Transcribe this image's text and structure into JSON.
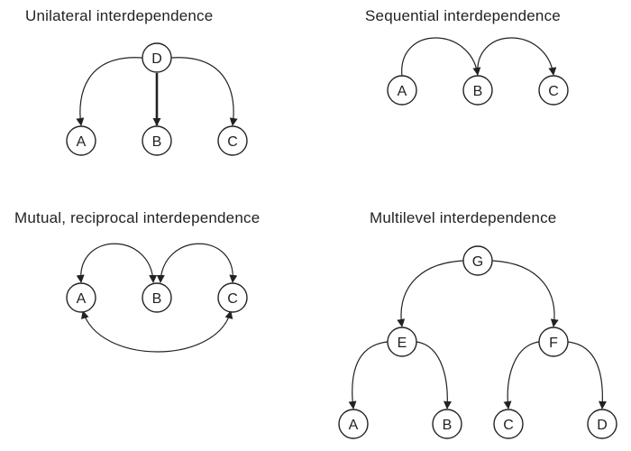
{
  "panels": {
    "unilateral": {
      "title": "Unilateral interdependence",
      "nodes": {
        "d": "D",
        "a": "A",
        "b": "B",
        "c": "C"
      }
    },
    "sequential": {
      "title": "Sequential interdependence",
      "nodes": {
        "a": "A",
        "b": "B",
        "c": "C"
      }
    },
    "mutual": {
      "title": "Mutual, reciprocal interdependence",
      "nodes": {
        "a": "A",
        "b": "B",
        "c": "C"
      }
    },
    "multilevel": {
      "title": "Multilevel interdependence",
      "nodes": {
        "g": "G",
        "e": "E",
        "f": "F",
        "a": "A",
        "b": "B",
        "c": "C",
        "d": "D"
      }
    }
  },
  "colors": {
    "ink": "#222222",
    "background": "#ffffff"
  }
}
